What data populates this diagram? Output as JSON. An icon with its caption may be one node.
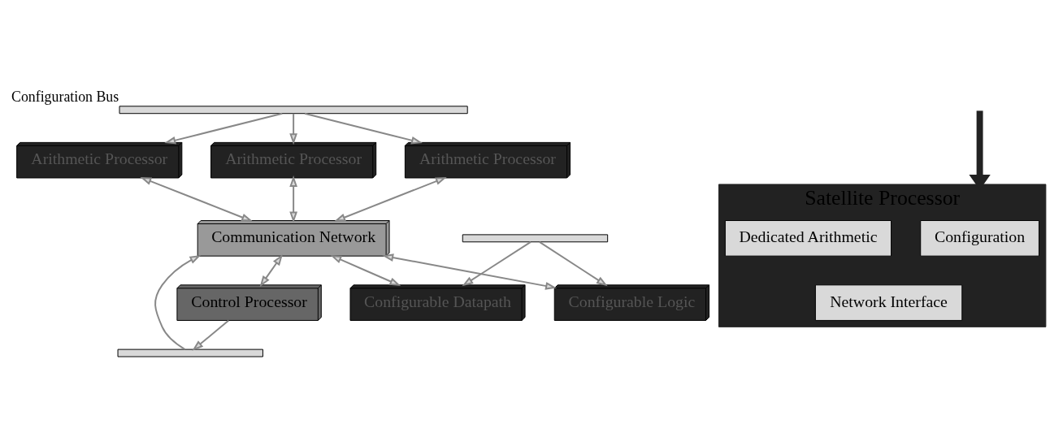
{
  "diagram": {
    "nodes": [
      {
        "text": [
          "Configuration Bus"
        ]
      },
      {
        "text": [],
        "shape": "bar"
      },
      {
        "text": [
          "Arithmetic Processor"
        ]
      },
      {
        "text": [
          "Arithmetic Processor"
        ]
      },
      {
        "text": [
          "Arithmetic Processor"
        ]
      },
      {
        "text": [
          "Communication Network"
        ]
      },
      {
        "text": [
          "Control Processor"
        ]
      },
      {
        "text": [
          "Configurable Datapath"
        ]
      },
      {
        "text": [
          "Configurable Logic"
        ]
      },
      {
        "text": [],
        "shape": "bar"
      },
      {
        "text": [
          "Satellite Processor"
        ]
      },
      {
        "text": [
          "Configuration"
        ],
        "in": 10
      },
      {
        "text": [
          "Dedicated Arithmetic"
        ],
        "in": 10
      },
      {
        "text": [
          "Network Interface"
        ],
        "in": 10
      }
    ],
    "edges": [
      {
        "from": 0,
        "to": 2,
        "arrow": "to"
      },
      {
        "from": 0,
        "to": 3,
        "arrow": "to"
      },
      {
        "from": 0,
        "to": 4,
        "arrow": "to"
      },
      {
        "from": 2,
        "to": 5,
        "arrow": "both"
      },
      {
        "from": 3,
        "to": 5,
        "arrow": "both"
      },
      {
        "from": 4,
        "to": 5,
        "arrow": "both"
      },
      {
        "from": 1,
        "to": 5,
        "arrow": "to"
      },
      {
        "from": 5,
        "to": 6,
        "arrow": "both"
      },
      {
        "from": 5,
        "to": 7,
        "arrow": "both"
      },
      {
        "from": 5,
        "to": 8,
        "arrow": "both"
      },
      {
        "from": 6,
        "to": 1,
        "arrow": "to"
      },
      {
        "from": 9,
        "to": 7,
        "arrow": "to"
      },
      {
        "from": 9,
        "to": 8,
        "arrow": "to"
      },
      {
        "from": null,
        "to": 10,
        "arrow": "to",
        "style": "thick",
        "color": "#222222"
      }
    ]
  }
}
